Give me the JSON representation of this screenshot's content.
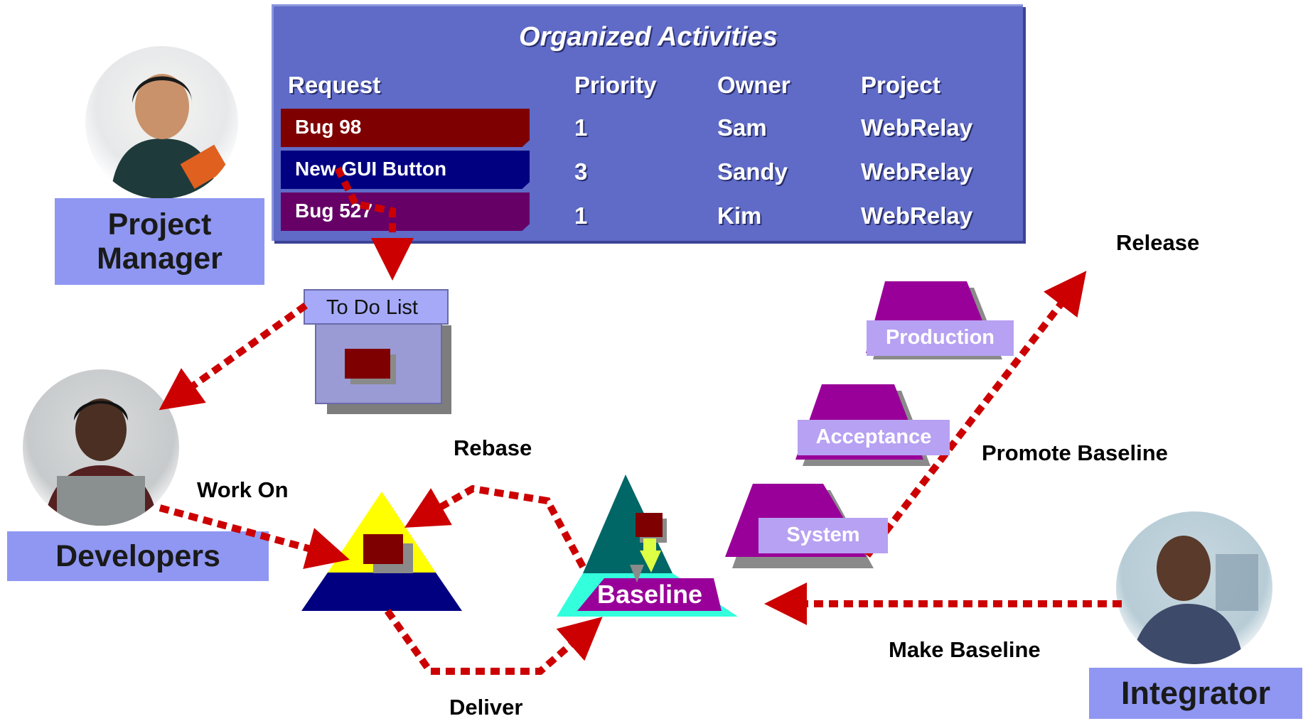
{
  "activities": {
    "title": "Organized Activities",
    "headers": [
      "Request",
      "Priority",
      "Owner",
      "Project"
    ],
    "rows": [
      {
        "request": "Bug 98",
        "priority": "1",
        "owner": "Sam",
        "project": "WebRelay",
        "color": "#7f0000"
      },
      {
        "request": "New GUI Button",
        "priority": "3",
        "owner": "Sandy",
        "project": "WebRelay",
        "color": "#000080"
      },
      {
        "request": "Bug 527",
        "priority": "1",
        "owner": "Kim",
        "project": "WebRelay",
        "color": "#660066"
      }
    ]
  },
  "roles": {
    "project_manager_line1": "Project",
    "project_manager_line2": "Manager",
    "developers": "Developers",
    "integrator": "Integrator"
  },
  "todo": {
    "label": "To Do List"
  },
  "actions": {
    "work_on": "Work On",
    "rebase": "Rebase",
    "deliver": "Deliver",
    "make_baseline": "Make Baseline",
    "promote_baseline": "Promote Baseline",
    "release": "Release"
  },
  "stages": {
    "system": "System",
    "acceptance": "Acceptance",
    "production": "Production"
  },
  "baseline_label": "Baseline",
  "colors": {
    "arrow": "#cc0000",
    "panel": "#5f6bc7",
    "role_label": "#8f97f2",
    "stage": "#990099",
    "stage_label": "#b7a1f2",
    "dev_triangle_top": "#ffff00",
    "dev_triangle_bottom": "#000080",
    "baseline_triangle_top": "#006666",
    "baseline_triangle_bottom": "#33ffdd"
  }
}
